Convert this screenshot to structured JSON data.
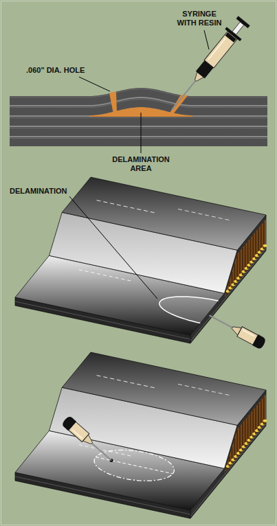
{
  "diagram": {
    "labels": [
      "SYRINGE WITH RESIN",
      ".060\" DIA. HOLE",
      "DELAMINATION AREA",
      "DELAMINATION"
    ]
  }
}
